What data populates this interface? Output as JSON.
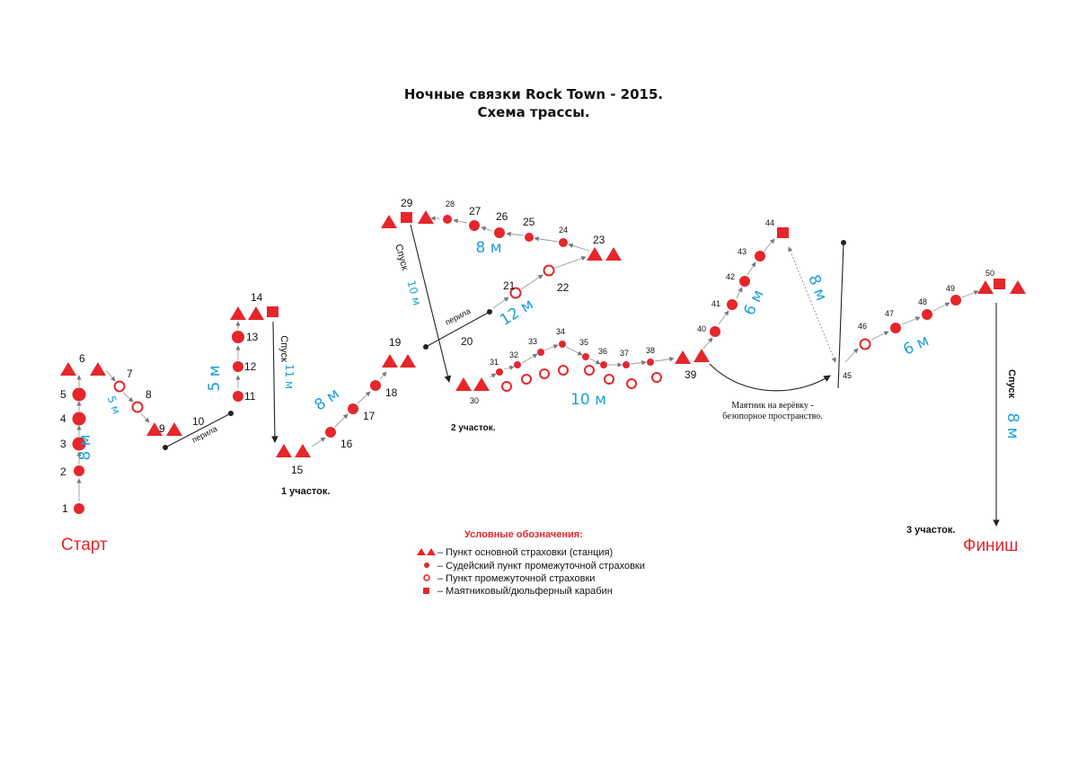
{
  "title": {
    "line1": "Ночные связки Rock Town - 2015.",
    "line2": "Схема трассы."
  },
  "labels": {
    "start": "Старт",
    "finish": "Финиш",
    "section1": "1 участок.",
    "section2": "2 участок.",
    "section3": "3 участок.",
    "rail": "перила",
    "descent": "Спуск",
    "pendulum_line1": "Маятник на верёвку -",
    "pendulum_line2": "безопорное пространство."
  },
  "distances": {
    "d_1_6": "8 м",
    "d_7_8": "5 м",
    "d_11_13": "5 м",
    "d_14_15": "11 м",
    "d_16_18": "8 м",
    "d_20_21": "12 м",
    "d_29_30": "10 м",
    "d_23_27": "8 м",
    "d_31_38": "10 м",
    "d_40_43": "6 м",
    "d_44_45": "8 м",
    "d_46_49": "6 м",
    "d_50": "8 м"
  },
  "points": {
    "p1": "1",
    "p2": "2",
    "p3": "3",
    "p4": "4",
    "p5": "5",
    "p6": "6",
    "p7": "7",
    "p8": "8",
    "p9": "9",
    "p10": "10",
    "p11": "11",
    "p12": "12",
    "p13": "13",
    "p14": "14",
    "p15": "15",
    "p16": "16",
    "p17": "17",
    "p18": "18",
    "p19": "19",
    "p20": "20",
    "p21": "21",
    "p22": "22",
    "p23": "23",
    "p24": "24",
    "p25": "25",
    "p26": "26",
    "p27": "27",
    "p28": "28",
    "p29": "29",
    "p30": "30",
    "p31": "31",
    "p32": "32",
    "p33": "33",
    "p34": "34",
    "p35": "35",
    "p36": "36",
    "p37": "37",
    "p38": "38",
    "p39": "39",
    "p40": "40",
    "p41": "41",
    "p42": "42",
    "p43": "43",
    "p44": "44",
    "p45": "45",
    "p46": "46",
    "p47": "47",
    "p48": "48",
    "p49": "49",
    "p50": "50"
  },
  "legend": {
    "title": "Условные обозначения:",
    "items": [
      {
        "symbol": "station-triangles",
        "text": "– Пункт основной страховки (станция)"
      },
      {
        "symbol": "filled-dot",
        "text": "– Судейский пункт промежуточной страховки"
      },
      {
        "symbol": "open-ring",
        "text": "– Пункт промежуточной страховки"
      },
      {
        "symbol": "square",
        "text": "– Маятниковый/дюльферный карабин"
      }
    ]
  },
  "colors": {
    "marker": "#e5262b",
    "distance": "#1aa0d8",
    "route": "#9a9a9a"
  }
}
